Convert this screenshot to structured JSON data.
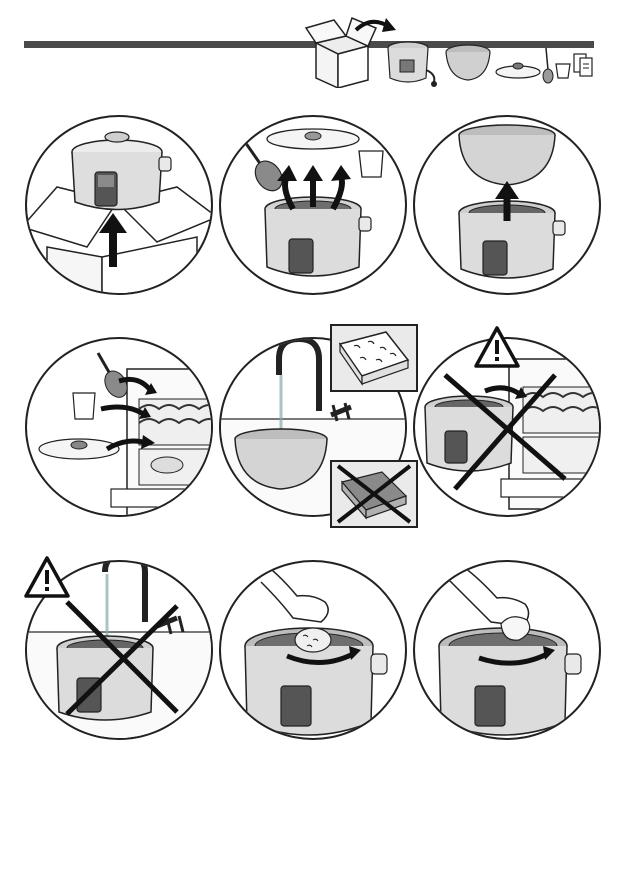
{
  "document": {
    "header": {
      "icons": [
        "box-icon",
        "arrow-icon",
        "rice-cooker-icon",
        "inner-bowl-icon",
        "steam-plate-icon",
        "spatula-icon",
        "measuring-cup-icon",
        "manual-icon"
      ]
    },
    "panels": [
      {
        "step": "unpack-cooker"
      },
      {
        "step": "remove-accessories"
      },
      {
        "step": "remove-inner-bowl"
      },
      {
        "step": "dishwasher-accessories"
      },
      {
        "step": "wash-bowl-by-hand"
      },
      {
        "step": "no-dishwasher-cooker"
      },
      {
        "step": "no-water-on-cooker"
      },
      {
        "step": "wipe-inside-with-sponge"
      },
      {
        "step": "wipe-inside-with-cloth"
      }
    ],
    "colors": {
      "outline": "#222222",
      "metal": "#d9d9d9",
      "dark": "#7a7a7a",
      "header_bar": "#4a4a4a",
      "inset_bg": "#eaeaea"
    }
  }
}
